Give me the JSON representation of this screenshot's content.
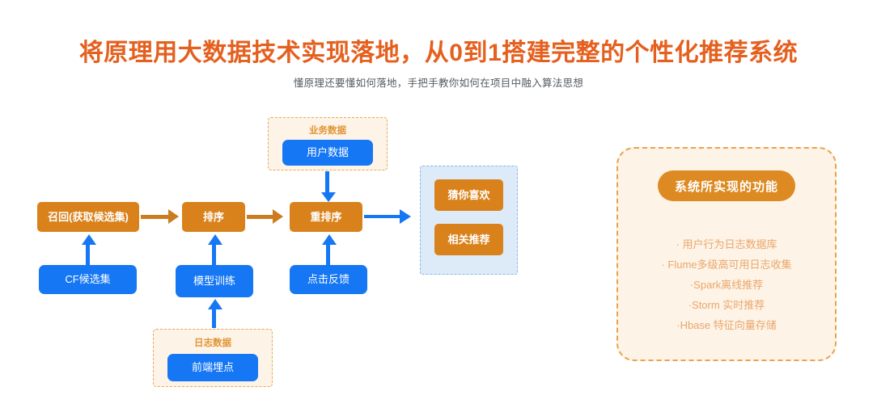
{
  "header": {
    "title": "将原理用大数据技术实现落地，从0到1搭建完整的个性化推荐系统",
    "subtitle": "懂原理还要懂如何落地，手把手教你如何在项目中融入算法思想",
    "title_color": "#e4601f",
    "subtitle_color": "#555b61"
  },
  "colors": {
    "orange_node": "#d9821c",
    "blue_node": "#1677f5",
    "orange_arrow": "#cb7c1d",
    "blue_arrow": "#1677f5",
    "dashed_orange_border": "#e8a95c",
    "dashed_orange_fill": "#fdf3e6",
    "dashed_blue_border": "#8cb8e8",
    "dashed_blue_fill": "#ddeaf8",
    "panel_pill": "#dd8a22",
    "panel_list_text": "#eaa76d"
  },
  "flow": {
    "pipeline": [
      {
        "label": "召回(获取候选集)"
      },
      {
        "label": "排序"
      },
      {
        "label": "重排序"
      }
    ],
    "sources": [
      {
        "label": "CF候选集"
      },
      {
        "label": "模型训练"
      },
      {
        "label": "点击反馈"
      }
    ],
    "business_group": {
      "label": "业务数据",
      "node": "用户数据"
    },
    "log_group": {
      "label": "日志数据",
      "node": "前端埋点"
    },
    "outputs_group": {
      "items": [
        {
          "label": "猜你喜欢"
        },
        {
          "label": "相关推荐"
        }
      ]
    }
  },
  "panel": {
    "pill_label": "系统所实现的功能",
    "items": [
      "· 用户行为日志数据库",
      "· Flume多级高可用日志收集",
      "·Spark离线推荐",
      "·Storm 实时推荐",
      "·Hbase 特征向量存储"
    ]
  }
}
